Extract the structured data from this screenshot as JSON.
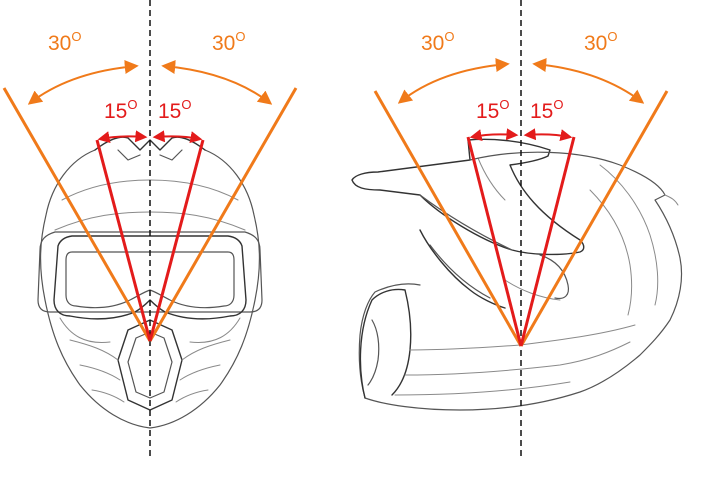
{
  "colors": {
    "outer_angle": "#f07a1a",
    "inner_angle": "#e31b1b",
    "center_line": "#111111",
    "helmet_line": "#555555"
  },
  "icons": [
    "helmet-front-view",
    "helmet-side-view"
  ],
  "front_view": {
    "outer_label": {
      "value": "30",
      "unit": "O"
    },
    "inner_label": {
      "value": "15",
      "unit": "O"
    }
  },
  "side_view": {
    "outer_label": {
      "value": "30",
      "unit": "O"
    },
    "inner_label": {
      "value": "15",
      "unit": "O"
    }
  }
}
